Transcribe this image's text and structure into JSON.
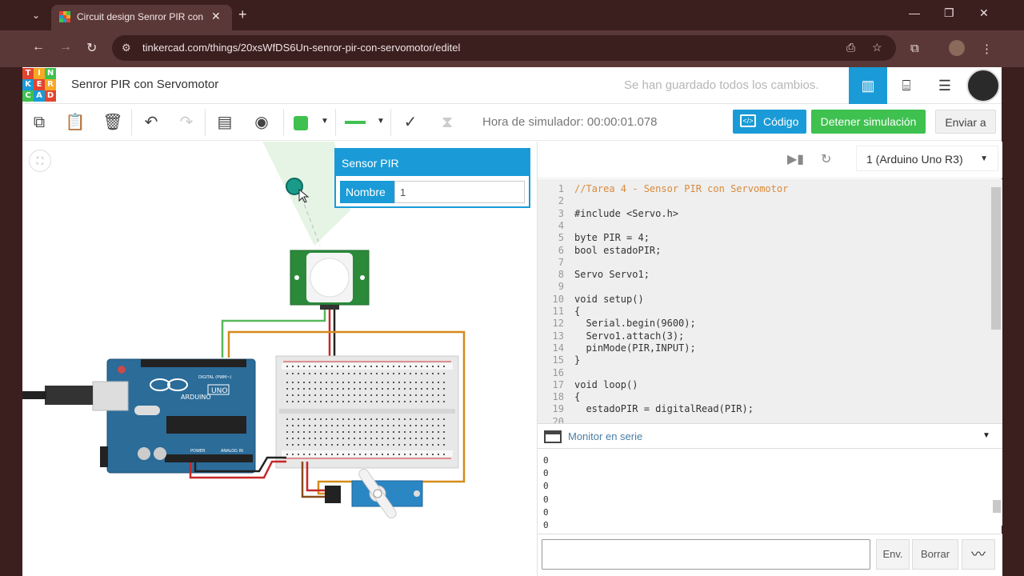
{
  "browser": {
    "tab_title": "Circuit design Senror PIR con S",
    "url": "tinkercad.com/things/20xsWfDS6Un-senror-pir-con-servomotor/editel"
  },
  "header": {
    "logo_letters": [
      "T",
      "I",
      "N",
      "K",
      "E",
      "R",
      "C",
      "A",
      "D"
    ],
    "design_title": "Senror PIR con Servomotor",
    "save_status": "Se han guardado todos los cambios."
  },
  "toolbar": {
    "sim_time": "Hora de simulador: 00:00:01.078",
    "code_label": "Código",
    "stop_label": "Detener simulación",
    "send_label": "Enviar a",
    "accent_color": "#1a9bd7",
    "stop_color": "#3ec14f"
  },
  "popup": {
    "title": "Sensor PIR",
    "name_label": "Nombre",
    "name_value": "1"
  },
  "code": {
    "board": "1 (Arduino Uno R3)",
    "lines": [
      {
        "n": "1",
        "t": "//Tarea 4 - Sensor PIR con Servomotor"
      },
      {
        "n": "2",
        "t": ""
      },
      {
        "n": "3",
        "t": "#include <Servo.h>"
      },
      {
        "n": "4",
        "t": ""
      },
      {
        "n": "5",
        "t": "byte PIR = 4;"
      },
      {
        "n": "6",
        "t": "bool estadoPIR;"
      },
      {
        "n": "7",
        "t": ""
      },
      {
        "n": "8",
        "t": "Servo Servo1;"
      },
      {
        "n": "9",
        "t": ""
      },
      {
        "n": "10",
        "t": "void setup()"
      },
      {
        "n": "11",
        "t": "{"
      },
      {
        "n": "12",
        "t": "  Serial.begin(9600);"
      },
      {
        "n": "13",
        "t": "  Servo1.attach(3);"
      },
      {
        "n": "14",
        "t": "  pinMode(PIR,INPUT);"
      },
      {
        "n": "15",
        "t": "}"
      },
      {
        "n": "16",
        "t": ""
      },
      {
        "n": "17",
        "t": "void loop()"
      },
      {
        "n": "18",
        "t": "{"
      },
      {
        "n": "19",
        "t": "  estadoPIR = digitalRead(PIR);"
      },
      {
        "n": "20",
        "t": ""
      }
    ]
  },
  "serial": {
    "title": "Monitor en serie",
    "output": [
      "0",
      "0",
      "0",
      "0",
      "0",
      "0"
    ],
    "send_label": "Env.",
    "clear_label": "Borrar"
  },
  "board_labels": {
    "arduino": "ARDUINO",
    "uno": "UNO",
    "digital": "DIGITAL (PWM~)",
    "power": "POWER",
    "analog": "ANALOG IN"
  }
}
